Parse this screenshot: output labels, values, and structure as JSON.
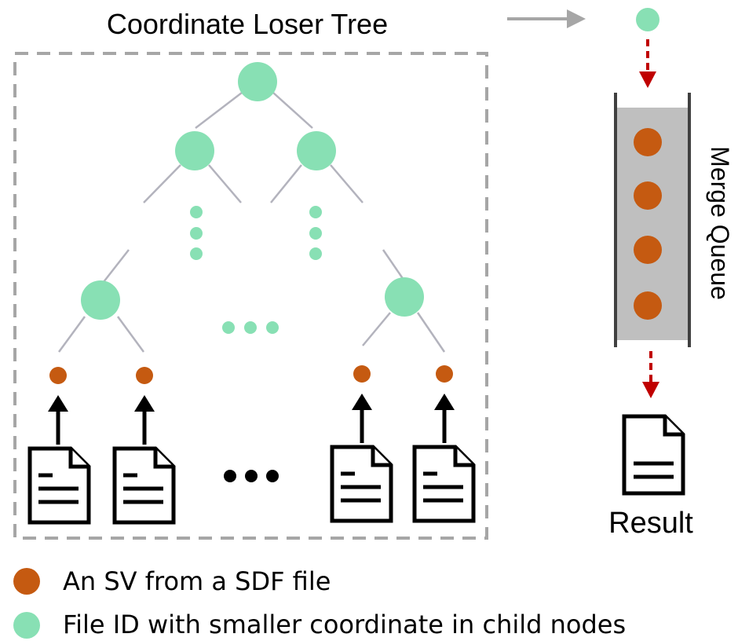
{
  "title": "Coordinate Loser Tree",
  "queue_label": "Merge Queue",
  "result_label": "Result",
  "legend": [
    {
      "marker": "orange-circle",
      "text": "An SV from a SDF file"
    },
    {
      "marker": "green-circle",
      "text": "File ID with smaller coordinate in child nodes"
    }
  ],
  "colors": {
    "file_id_node": "#88e0b4",
    "sv_node": "#c55a11",
    "queue_fill": "#bfbfbf",
    "dashed_arrow": "#c00000",
    "tree_edge": "#b3b3bd",
    "border": "#a6a6a6"
  }
}
